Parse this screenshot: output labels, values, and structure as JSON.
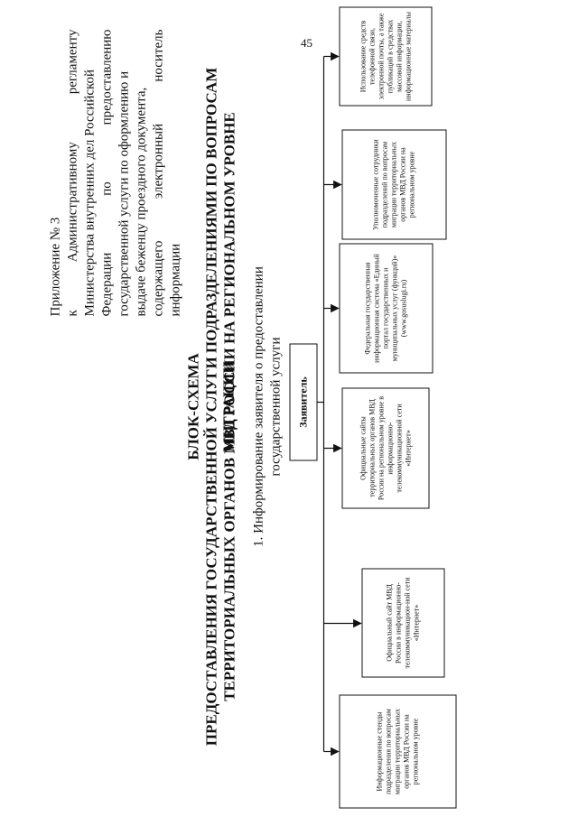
{
  "page_number": "45",
  "appendix": {
    "line1": "Приложение № 3",
    "line2_left": "к",
    "line2_mid": "Административному",
    "line2_right": "регламенту",
    "line3": "Министерства внутренних дел Российской",
    "line4_left": "Федерации",
    "line4_mid": "по",
    "line4_right": "предоставлению",
    "line5": "государственной услуги по оформлению и",
    "line6": "выдаче беженцу проездного документа,",
    "line7_left": "содержащего",
    "line7_mid": "электронный",
    "line7_right": "носитель",
    "line8": "информации"
  },
  "title": {
    "main": "БЛОК-СХЕМА",
    "sub1": "ПРЕДОСТАВЛЕНИЯ ГОСУДАРСТВЕННОЙ УСЛУГИ ПОДРАЗДЕЛЕНИЯМИ ПО ВОПРОСАМ МИГРАЦИИ",
    "sub2": "ТЕРРИТОРИАЛЬНЫХ ОРГАНОВ МВД РОССИИ НА РЕГИОНАЛЬНОМ УРОВНЕ"
  },
  "section": {
    "line1": "1. Информирование заявителя о предоставлении",
    "line2": "государственной услуги"
  },
  "applicant": "Заявитель",
  "boxes": [
    "Информационные стенды подразделения по вопросам миграции территориальных органов МВД России на региональном уровне",
    "Официальный сайт МВД России в информационно-телекоммуникацион-ной сети «Интернет»",
    "Официальные сайты территориальных органов МВД России на региональном уровне в информационно-телекоммуникационной сети «Интернет»",
    "Федеральная государственная информационная система «Единый портал государственных и муниципальных услуг (функций)» (www.gosuslugi.ru)",
    "Уполномоченные сотрудники подразделений по вопросам миграции территориальных органов МВД России на региональном уровне",
    "Использование средств телефонной связи, электронной почты, а также публикаций в средствах массовой информации, информационные материалы"
  ]
}
